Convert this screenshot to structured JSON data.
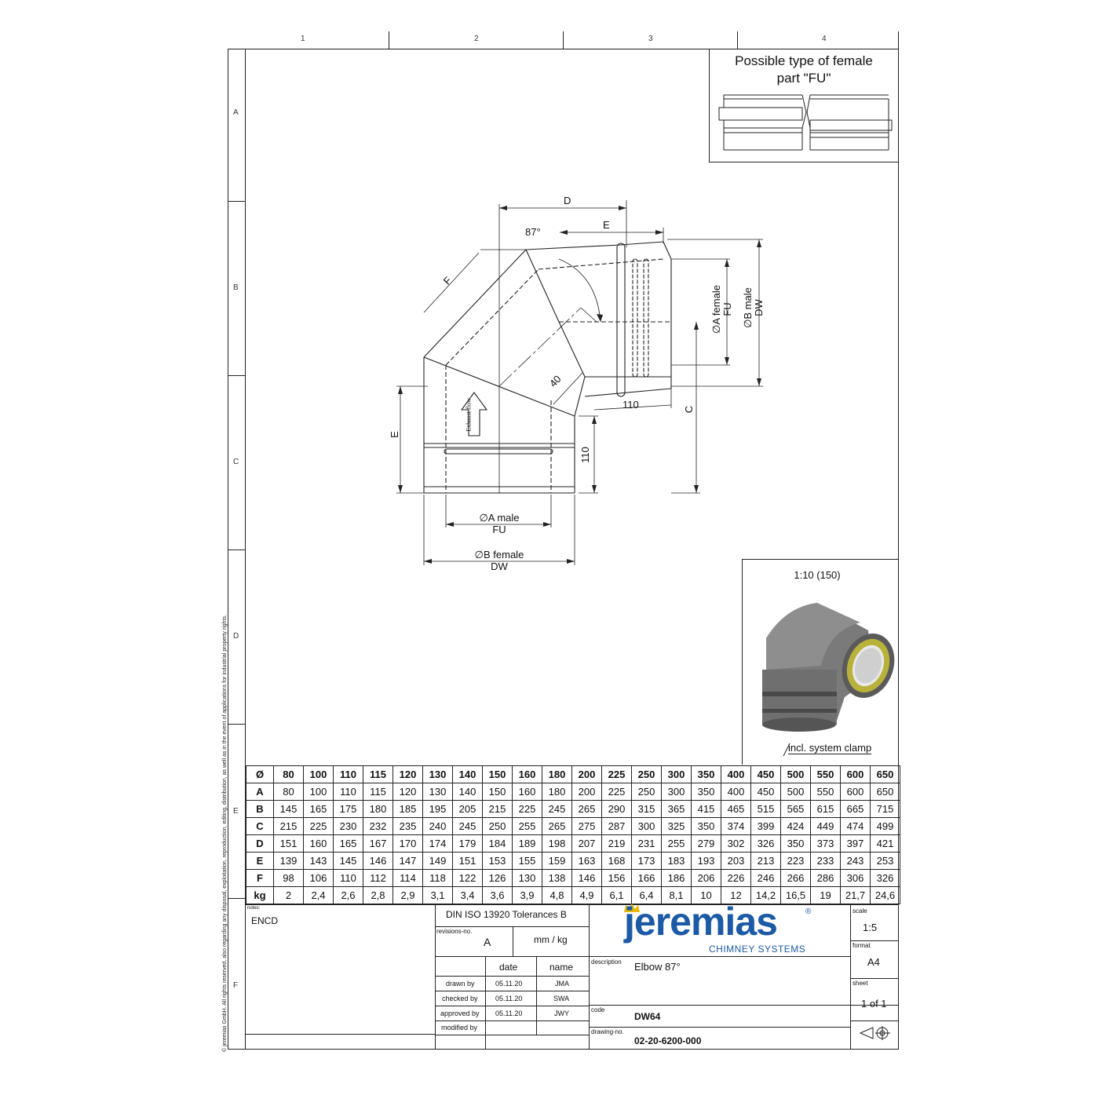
{
  "grid": {
    "columns": [
      "1",
      "2",
      "3",
      "4"
    ],
    "rows": [
      "A",
      "B",
      "C",
      "D",
      "E",
      "F"
    ]
  },
  "copyright": "© jeremias GmbH. All rights reserved, also regarding any disposal, exploitation, reproduction, editing, distribution, as well as in the event of applications for industrial property rights.",
  "detail": {
    "title_line1": "Possible type of female",
    "title_line2": "part \"FU\""
  },
  "drawing": {
    "labels": {
      "D": "D",
      "E_top": "E",
      "F": "F",
      "angle": "87°",
      "E_left": "E",
      "C": "C",
      "d40": "40",
      "d110_h": "110",
      "d110_v": "110",
      "a_male": "∅A male",
      "a_male_sub": "FU",
      "b_female": "∅B female",
      "b_female_sub": "DW",
      "a_female": "∅A female",
      "a_female_sub": "FU",
      "b_male": "∅B male",
      "b_male_sub": "DW",
      "exhaust": "Exhaust flow"
    }
  },
  "preview": {
    "scale": "1:10 (150)",
    "caption": "incl. system clamp"
  },
  "table": {
    "header": [
      "Ø",
      "80",
      "100",
      "110",
      "115",
      "120",
      "130",
      "140",
      "150",
      "160",
      "180",
      "200",
      "225",
      "250",
      "300",
      "350",
      "400",
      "450",
      "500",
      "550",
      "600",
      "650"
    ],
    "rows": [
      [
        "A",
        "80",
        "100",
        "110",
        "115",
        "120",
        "130",
        "140",
        "150",
        "160",
        "180",
        "200",
        "225",
        "250",
        "300",
        "350",
        "400",
        "450",
        "500",
        "550",
        "600",
        "650"
      ],
      [
        "B",
        "145",
        "165",
        "175",
        "180",
        "185",
        "195",
        "205",
        "215",
        "225",
        "245",
        "265",
        "290",
        "315",
        "365",
        "415",
        "465",
        "515",
        "565",
        "615",
        "665",
        "715"
      ],
      [
        "C",
        "215",
        "225",
        "230",
        "232",
        "235",
        "240",
        "245",
        "250",
        "255",
        "265",
        "275",
        "287",
        "300",
        "325",
        "350",
        "374",
        "399",
        "424",
        "449",
        "474",
        "499"
      ],
      [
        "D",
        "151",
        "160",
        "165",
        "167",
        "170",
        "174",
        "179",
        "184",
        "189",
        "198",
        "207",
        "219",
        "231",
        "255",
        "279",
        "302",
        "326",
        "350",
        "373",
        "397",
        "421"
      ],
      [
        "E",
        "139",
        "143",
        "145",
        "146",
        "147",
        "149",
        "151",
        "153",
        "155",
        "159",
        "163",
        "168",
        "173",
        "183",
        "193",
        "203",
        "213",
        "223",
        "233",
        "243",
        "253"
      ],
      [
        "F",
        "98",
        "106",
        "110",
        "112",
        "114",
        "118",
        "122",
        "126",
        "130",
        "138",
        "146",
        "156",
        "166",
        "186",
        "206",
        "226",
        "246",
        "266",
        "286",
        "306",
        "326"
      ],
      [
        "kg",
        "2",
        "2,4",
        "2,6",
        "2,8",
        "2,9",
        "3,1",
        "3,4",
        "3,6",
        "3,9",
        "4,8",
        "4,9",
        "6,1",
        "6,4",
        "8,1",
        "10",
        "12",
        "14,2",
        "16,5",
        "19",
        "21,7",
        "24,6"
      ]
    ]
  },
  "title_block": {
    "notes_label": "notes:",
    "notes": "ENCD",
    "tolerances": "DIN ISO 13920 Tolerances B",
    "revisions_label": "revisions-no.",
    "revision": "A",
    "units": "mm / kg",
    "date_header": "date",
    "name_header": "name",
    "drawn_by_label": "drawn by",
    "drawn_date": "05.11.20",
    "drawn_name": "JMA",
    "checked_by_label": "checked by",
    "checked_date": "05.11.20",
    "checked_name": "SWA",
    "approved_by_label": "approved by",
    "approved_date": "05.11.20",
    "approved_name": "JWY",
    "modified_by_label": "modified by",
    "brand": "jeremias",
    "brand_sub": "CHIMNEY SYSTEMS",
    "brand_reg": "®",
    "description_label": "description",
    "description": "Elbow 87°",
    "code_label": "code",
    "code": "DW64",
    "drawing_no_label": "drawing-no.",
    "drawing_no": "02-20-6200-000",
    "scale_label": "scale",
    "scale": "1:5",
    "format_label": "format",
    "format": "A4",
    "sheet_label": "sheet",
    "sheet": "1 of 1"
  },
  "colors": {
    "brand_blue": "#1c5aa6",
    "crown_gold": "#e8b800",
    "insulation": "#b8b23a"
  }
}
